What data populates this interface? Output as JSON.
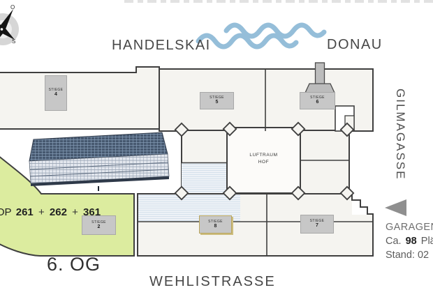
{
  "title_remnant": {
    "visible": true
  },
  "compass": {
    "o": "O",
    "s": "S"
  },
  "streets": {
    "handelskai": "HANDELSKAI",
    "donau": "DONAU",
    "gilmagasse": "GILMAGASSE",
    "wehlistrasse": "WEHLISTRASSE"
  },
  "plan": {
    "floor": "6. OG",
    "courtyard": {
      "line1": "LUFTRAUM",
      "line2": "HOF"
    },
    "unit": {
      "prefix": "TOP",
      "plus": "+",
      "n1": "261",
      "n2": "262",
      "n3": "361"
    },
    "stairs_word": "STIEGE",
    "stairwells": {
      "s2": "2",
      "s4": "4",
      "s5": "5",
      "s6": "6",
      "s7": "7",
      "s8": "8"
    }
  },
  "garage": {
    "line1": "GARAGEN",
    "line2_prefix": "Ca.",
    "line2_bold": "98",
    "line2_suffix": "Plä",
    "line3": "Stand: 02"
  },
  "colors": {
    "outline": "#3f3f3f",
    "building_fill": "#f5f4f0",
    "courtyard_fill": "#fcfbf9",
    "green_area": "#dcec9f",
    "wave_blue": "#95bed9",
    "stiege_box_gray": "#c7c7c7",
    "stiege8_highlight": "#cdbd7e",
    "roof_structure_dark": "#46586f",
    "roof_structure_light": "#e3e7ee"
  }
}
